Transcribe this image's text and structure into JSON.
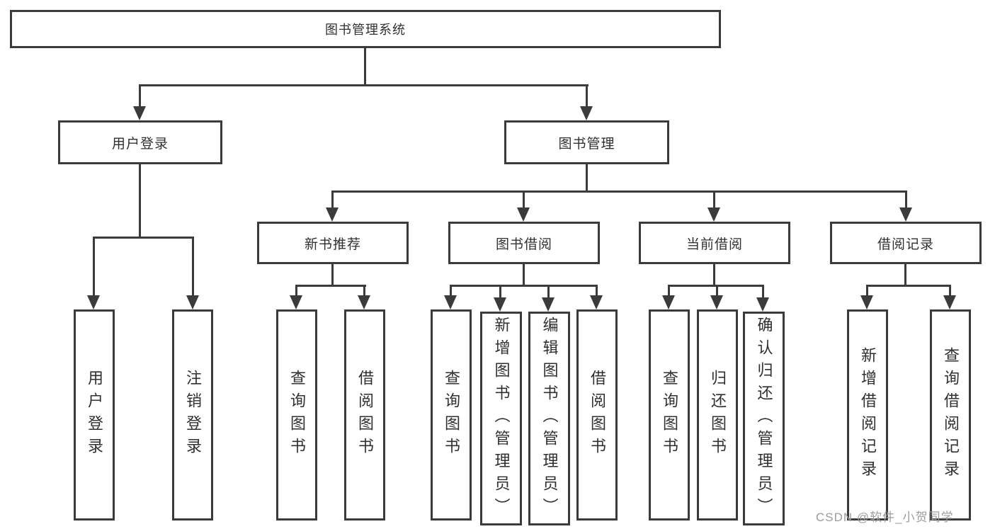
{
  "diagram": {
    "root": "图书管理系统",
    "level2": {
      "user_login": "用户登录",
      "book_mgmt": "图书管理"
    },
    "level3": {
      "new_books": "新书推荐",
      "borrowing": "图书借阅",
      "current": "当前借阅",
      "records": "借阅记录"
    },
    "leaves": {
      "user_login_1": "用户登录",
      "user_login_2": "注销登录",
      "new_books_1": "查询图书",
      "new_books_2": "借阅图书",
      "borrowing_1": "查询图书",
      "borrowing_2": "新增图书（管理员）",
      "borrowing_3": "编辑图书（管理员）",
      "borrowing_4": "借阅图书",
      "current_1": "查询图书",
      "current_2": "归还图书",
      "current_3": "确认归还（管理员）",
      "records_1": "新增借阅记录",
      "records_2": "查询借阅记录"
    },
    "watermark": "CSDN @软件_小贺同学",
    "colors": {
      "line": "#3b3b3b",
      "text": "#303030",
      "watermark": "#9c9c9c",
      "background": "#ffffff"
    }
  }
}
